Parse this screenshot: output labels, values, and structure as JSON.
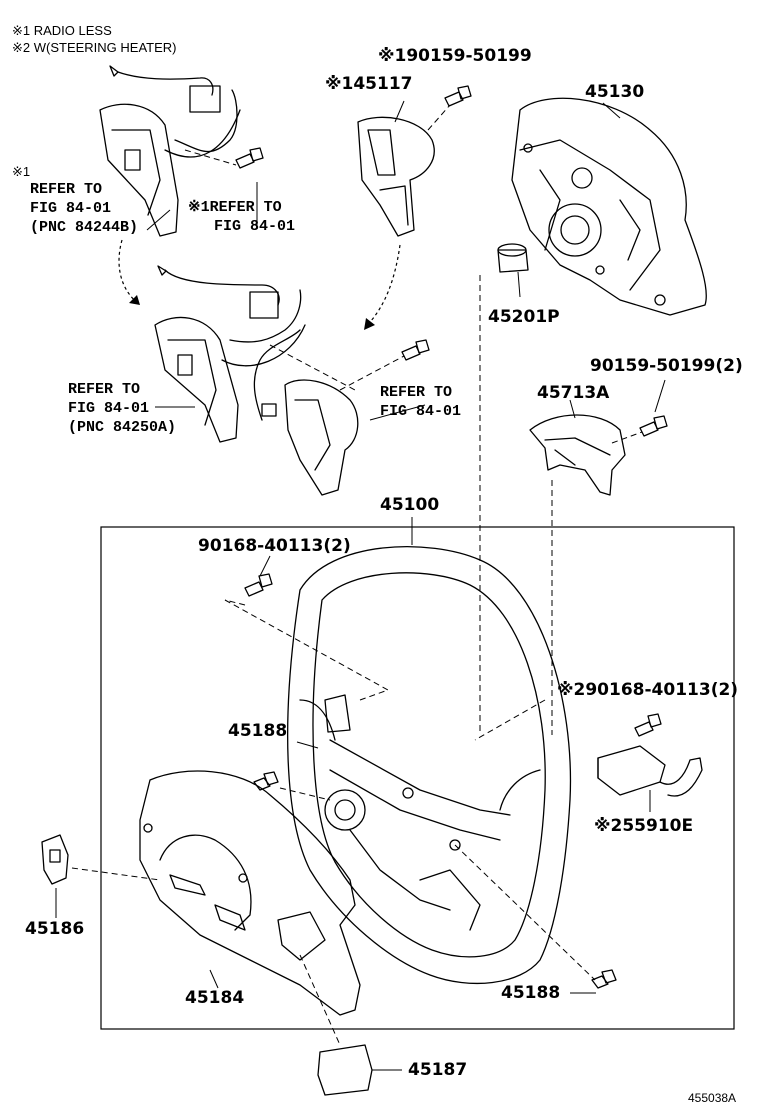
{
  "notes": {
    "radio_less": "※1 RADIO LESS",
    "steering_heater": "※2 W(STEERING HEATER)"
  },
  "labels": {
    "l_45117": "※145117",
    "l_190159": "※190159-50199",
    "l_45130": "45130",
    "l_ref1_mark": "※1",
    "l_ref1_a": "REFER TO",
    "l_ref1_b": "FIG 84-01",
    "l_ref1_c": "(PNC 84244B)",
    "l_ref2_a": "※1REFER TO",
    "l_ref2_b": "FIG 84-01",
    "l_45201p": "45201P",
    "l_ref3_a": "REFER TO",
    "l_ref3_b": "FIG 84-01",
    "l_ref3_c": "(PNC 84250A)",
    "l_ref4_a": "REFER TO",
    "l_ref4_b": "FIG 84-01",
    "l_90159_2": "90159-50199(2)",
    "l_45713a": "45713A",
    "l_45100": "45100",
    "l_90168_a": "90168-40113(2)",
    "l_90168_b": "※290168-40113(2)",
    "l_45188_a": "45188",
    "l_55910e": "※255910E",
    "l_45186": "45186",
    "l_45184": "45184",
    "l_45188_b": "45188",
    "l_45187": "45187",
    "fig_code": "455038A"
  }
}
